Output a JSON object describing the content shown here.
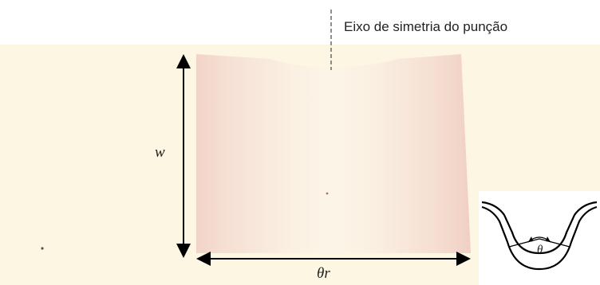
{
  "labels": {
    "symmetry_axis": "Eixo de simetria do punção",
    "width": "w",
    "arc_length": "θr",
    "angle": "θ"
  },
  "colors": {
    "paper": "#fcf6e2",
    "specimen_tint": "#f0c8c0",
    "ink": "#000000"
  }
}
